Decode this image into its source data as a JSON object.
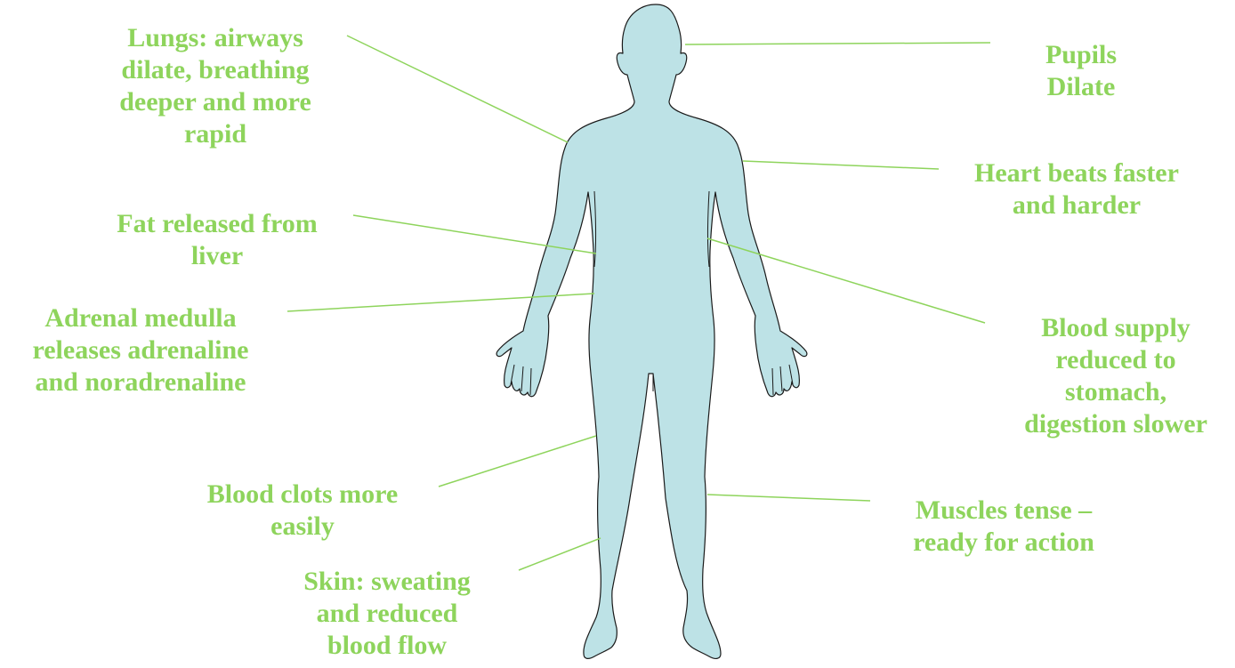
{
  "colors": {
    "label_text": "#8ed45c",
    "leader_line": "#8ed45c",
    "body_fill": "#bde2e6",
    "body_outline": "#1a1a1a"
  },
  "labels": {
    "lungs": [
      "Lungs: airways",
      "dilate, breathing",
      "deeper and more",
      "rapid"
    ],
    "fat": [
      "Fat released from",
      "liver"
    ],
    "adrenal": [
      "Adrenal medulla",
      "releases adrenaline",
      "and noradrenaline"
    ],
    "clots": [
      "Blood clots more",
      "easily"
    ],
    "skin": [
      "Skin: sweating",
      "and reduced",
      "blood flow"
    ],
    "pupils": [
      "Pupils",
      "Dilate"
    ],
    "heart": [
      "Heart beats faster",
      "and harder"
    ],
    "blood_supply": [
      "Blood supply",
      "reduced to",
      "stomach,",
      "digestion slower"
    ],
    "muscles": [
      "Muscles tense –",
      "ready for action"
    ]
  }
}
